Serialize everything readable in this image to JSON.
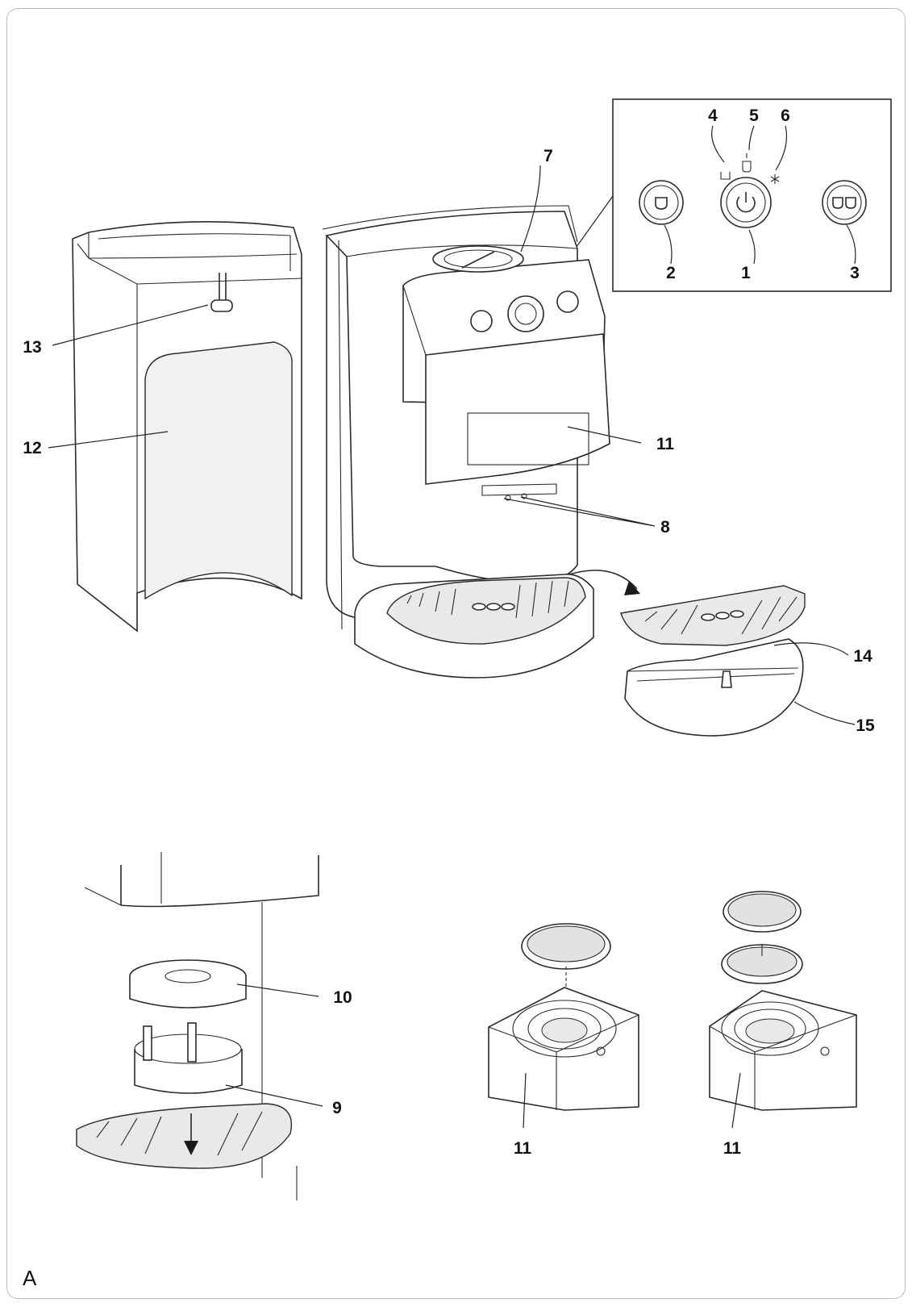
{
  "figure_letter": "A",
  "callouts": {
    "c1": "1",
    "c2": "2",
    "c3": "3",
    "c4": "4",
    "c5": "5",
    "c6": "6",
    "c7": "7",
    "c8": "8",
    "c9": "9",
    "c10": "10",
    "c11a": "11",
    "c11b": "11",
    "c11c": "11",
    "c12": "12",
    "c13": "13",
    "c14": "14",
    "c15": "15"
  },
  "icons": {
    "power": "power-symbol-icon",
    "single_cup": "single-cup-icon",
    "double_cup": "double-cup-icon",
    "water_tank": "water-tank-icon",
    "descale": "descale-icon",
    "steam": "steam-icon"
  },
  "colors": {
    "line": "#2a2a2a",
    "frame": "#b9b9b9",
    "background": "#ffffff"
  }
}
